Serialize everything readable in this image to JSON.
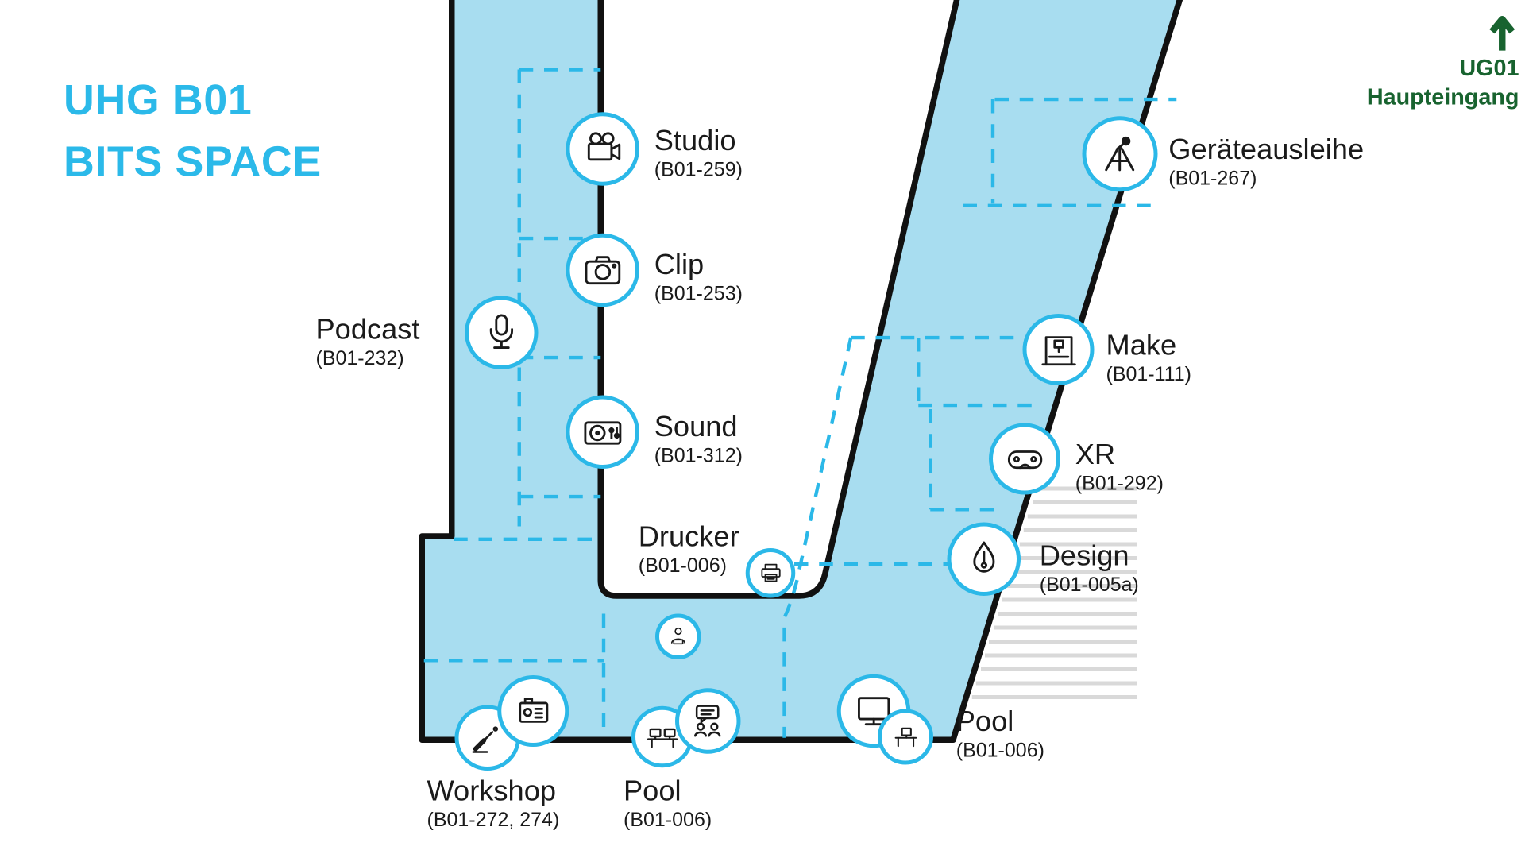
{
  "title": {
    "line1": "UHG B01",
    "line2": "BITS SPACE"
  },
  "exit": {
    "level": "UG01",
    "label": "Haupteingang",
    "icon": "arrow-up-icon"
  },
  "rooms": [
    {
      "name": "Studio",
      "number": "(B01-259)",
      "icon": "video-camera-icon"
    },
    {
      "name": "Clip",
      "number": "(B01-253)",
      "icon": "photo-camera-icon"
    },
    {
      "name": "Podcast",
      "number": "(B01-232)",
      "icon": "microphone-icon"
    },
    {
      "name": "Sound",
      "number": "(B01-312)",
      "icon": "turntable-icon"
    },
    {
      "name": "Drucker",
      "number": "(B01-006)",
      "icon": "printer-icon"
    },
    {
      "name": "Workshop",
      "number": "(B01-272, 274)",
      "icon": "soldering-iron-icon, workbench-machine-icon"
    },
    {
      "name": "Pool",
      "number": "(B01-006)",
      "icon": "desk-computers-icon, chat-people-icon"
    },
    {
      "name": "Pool",
      "number": "(B01-006)",
      "icon": "monitor-icon, desk-icon"
    },
    {
      "name": "Design",
      "number": "(B01-005a)",
      "icon": "pen-nib-icon"
    },
    {
      "name": "XR",
      "number": "(B01-292)",
      "icon": "vr-headset-icon"
    },
    {
      "name": "Make",
      "number": "(B01-111)",
      "icon": "printer-3d-icon"
    },
    {
      "name": "Geräteausleihe",
      "number": "(B01-267)",
      "icon": "tripod-microphone-icon"
    }
  ],
  "misc_icons": [
    "person-laptop-icon"
  ],
  "colors": {
    "accent_cyan": "#2bb8e8",
    "floor_fill": "#a8ddf0",
    "outline_black": "#111111",
    "exit_green": "#18632f",
    "stairs_gray": "#d9d9d9",
    "text": "#1a1a1a"
  }
}
